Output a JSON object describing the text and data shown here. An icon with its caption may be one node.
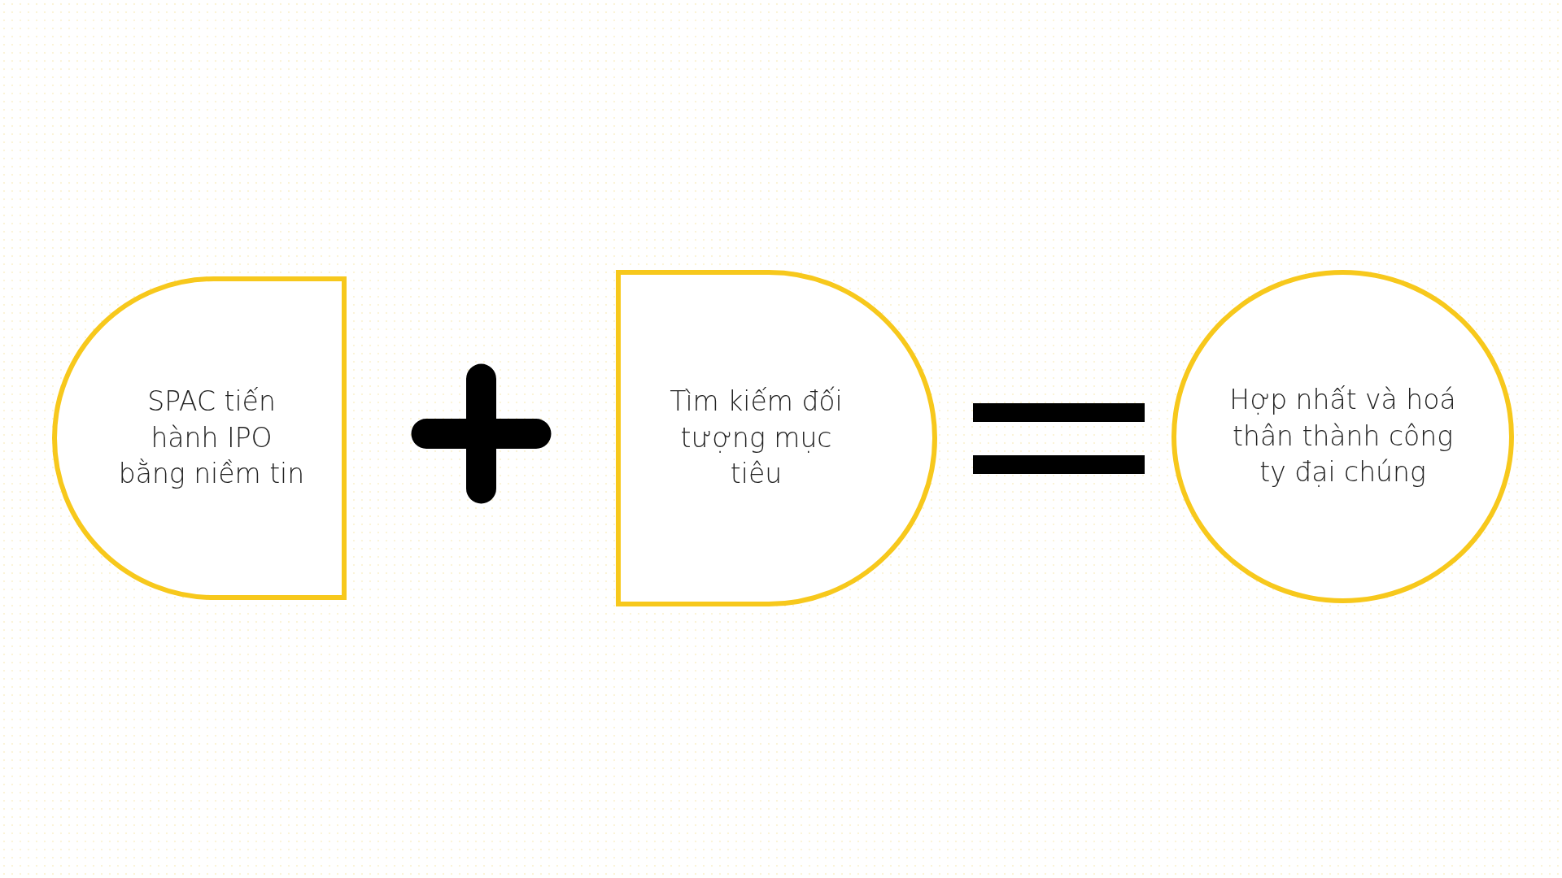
{
  "diagram": {
    "nodes": [
      {
        "text": [
          "SPAC tiến hành IPO bằng niềm tin"
        ]
      },
      {
        "text": [
          "Tìm kiếm đối tượng mục tiêu"
        ]
      },
      {
        "text": [
          "Hợp nhất và hoá thân thành công ty đại chúng"
        ]
      }
    ]
  }
}
